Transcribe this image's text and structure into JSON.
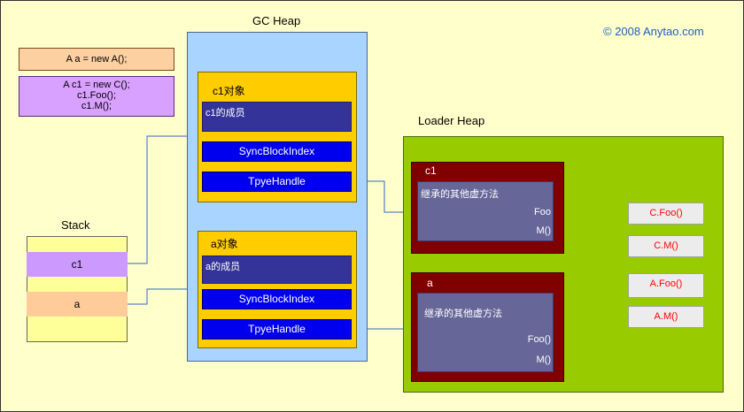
{
  "copyright": "© 2008 Anytao.com",
  "code": {
    "line_a": "A a = new A();",
    "block_c1": [
      "A c1 = new C();",
      "c1.Foo();",
      "c1.M();"
    ]
  },
  "gc_heap": {
    "title": "GC Heap",
    "objects": [
      {
        "title": "c1对象",
        "members": "c1的成员",
        "sync": "SyncBlockIndex",
        "type_handle": "TpyeHandle"
      },
      {
        "title": "a对象",
        "members": "a的成员",
        "sync": "SyncBlockIndex",
        "type_handle": "TpyeHandle"
      }
    ]
  },
  "stack": {
    "title": "Stack",
    "slots": [
      {
        "label": "c1",
        "color": "#cc99ff"
      },
      {
        "label": "a",
        "color": "#ffcc99"
      }
    ]
  },
  "loader_heap": {
    "title": "Loader Heap",
    "method_tables": [
      {
        "name": "c1",
        "inherited": "继承的其他虚方法",
        "methods": [
          "Foo",
          "M()"
        ]
      },
      {
        "name": "a",
        "inherited": "继承的其他虚方法",
        "methods": [
          "Foo()",
          "M()"
        ]
      }
    ],
    "method_impls": [
      "C.Foo()",
      "C.M()",
      "A.Foo()",
      "A.M()"
    ]
  },
  "colors": {
    "background": "#ffffcc",
    "gc_heap": "#a9d4ff",
    "loader_heap": "#99cc00",
    "object": "#ffcc00",
    "method_table": "#800000",
    "arrow": "#3366cc"
  }
}
